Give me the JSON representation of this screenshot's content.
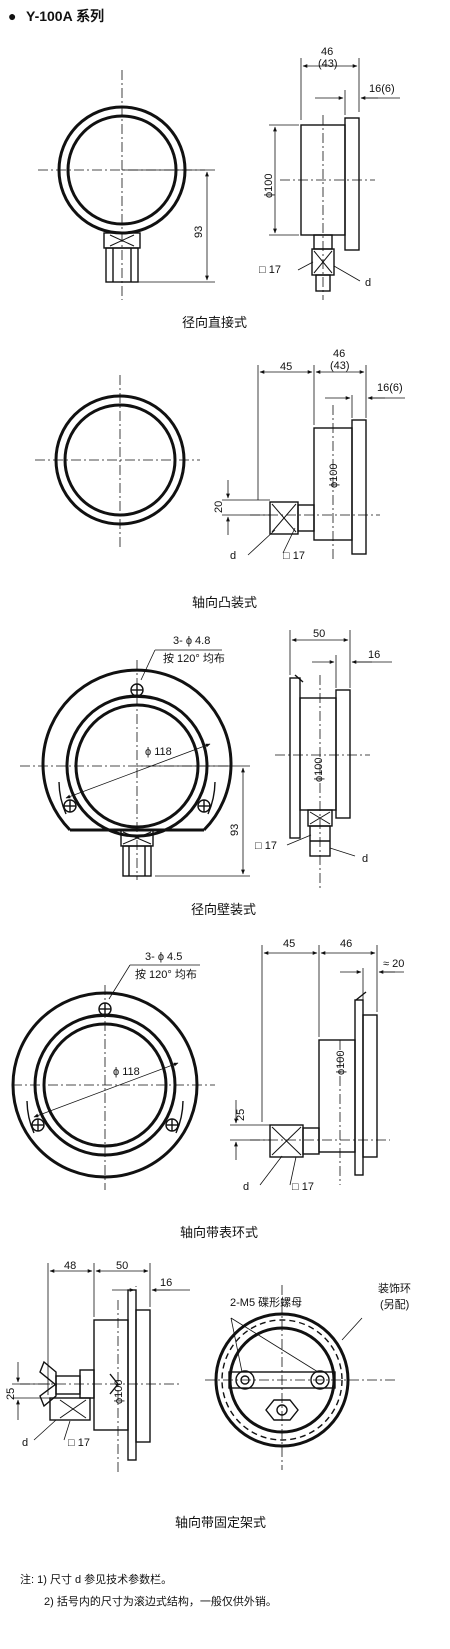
{
  "title": "Y-100A 系列",
  "bullet": "●",
  "fig1": {
    "caption": "径向直接式",
    "d_outer": "46",
    "d_outer_alt": "(43)",
    "d_flange": "16(6)",
    "phi": "ϕ100",
    "height": "93",
    "hex": "□ 17",
    "thread": "d"
  },
  "fig2": {
    "caption": "轴向凸装式",
    "d_len": "45",
    "d_outer": "46",
    "d_outer_alt": "(43)",
    "d_flange": "16(6)",
    "phi": "ϕ100",
    "offset": "20",
    "hex": "□ 17",
    "thread": "d"
  },
  "fig3": {
    "caption": "径向壁装式",
    "holes": "3- ϕ 4.8",
    "spacing": "按 120° 均布",
    "pcd": "ϕ 118",
    "height": "93",
    "d_outer": "50",
    "d_flange": "16",
    "phi": "ϕ100",
    "hex": "□ 17",
    "thread": "d"
  },
  "fig4": {
    "caption": "轴向带表环式",
    "holes": "3- ϕ 4.5",
    "spacing": "按 120° 均布",
    "pcd": "ϕ 118",
    "d_len": "45",
    "d_outer": "46",
    "d_ring": "≈ 20",
    "phi": "ϕ100",
    "offset": "25",
    "hex": "□ 17",
    "thread": "d"
  },
  "fig5": {
    "caption": "轴向带固定架式",
    "d_len": "48",
    "d_outer": "50",
    "d_flange": "16",
    "phi": "ϕ100",
    "offset": "25",
    "hex": "□ 17",
    "thread": "d",
    "nut_label": "2-M5 碟形螺母",
    "ring_label": "装饰环",
    "ring_note": "(另配)"
  },
  "notes": [
    "注: 1) 尺寸 d 参见技术参数栏。",
    "2) 括号内的尺寸为滚边式结构，一般仅供外销。"
  ]
}
